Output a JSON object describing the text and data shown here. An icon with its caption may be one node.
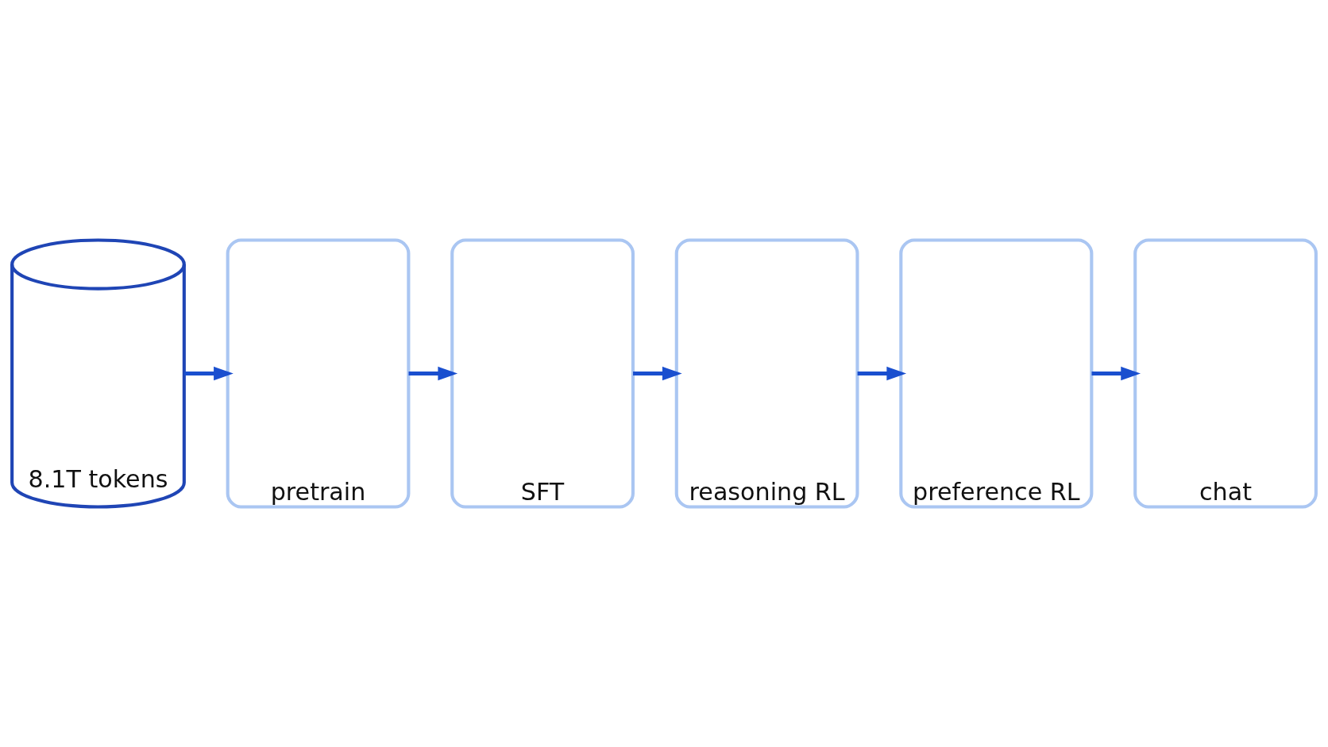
{
  "diagram": {
    "nodes": [
      {
        "text": [
          "8.1T tokens"
        ]
      },
      {
        "text": [
          "pretrain"
        ]
      },
      {
        "text": [
          "SFT"
        ]
      },
      {
        "text": [
          "reasoning RL"
        ]
      },
      {
        "text": [
          "preference RL"
        ]
      },
      {
        "text": [
          "chat"
        ]
      }
    ],
    "edges": [
      {
        "from": 0,
        "to": 1,
        "arrow": "to"
      },
      {
        "from": 1,
        "to": 2,
        "arrow": "to"
      },
      {
        "from": 2,
        "to": 3,
        "arrow": "to"
      },
      {
        "from": 3,
        "to": 4,
        "arrow": "to"
      },
      {
        "from": 4,
        "to": 5,
        "arrow": "to"
      }
    ]
  }
}
